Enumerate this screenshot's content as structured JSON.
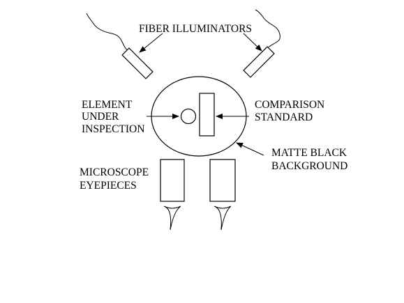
{
  "colors": {
    "background": "#ffffff",
    "ink": "#000000"
  },
  "labels": {
    "fiber_illuminators": "FIBER ILLUMINATORS",
    "element_under_inspection": [
      "ELEMENT",
      "UNDER",
      "INSPECTION"
    ],
    "comparison_standard": [
      "COMPARISON",
      "STANDARD"
    ],
    "matte_black_background": [
      "MATTE BLACK",
      "BACKGROUND"
    ],
    "microscope_eyepieces": [
      "MICROSCOPE",
      "EYEPIECES"
    ]
  }
}
